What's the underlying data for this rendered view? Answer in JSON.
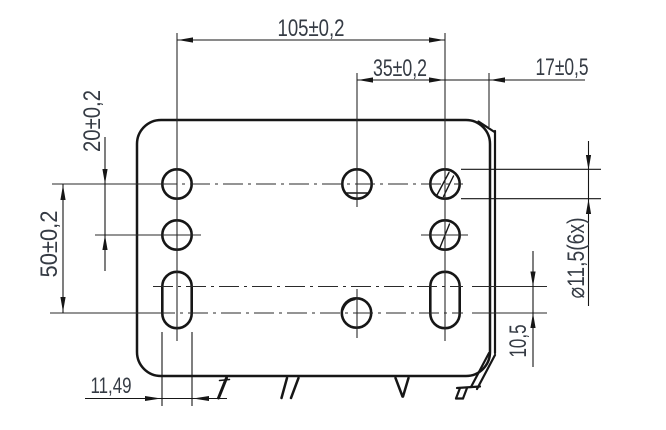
{
  "drawing": {
    "type": "technical-dimension-drawing",
    "background_color": "#ffffff",
    "line_color": "#161616",
    "text_color": "#353b44",
    "dimensions": {
      "width_total": "105±0,2",
      "width_mid_to_right": "35±0,2",
      "right_edge_offset": "17±0,5",
      "row_spacing_top": "20±0,2",
      "row_spacing_total": "50±0,2",
      "hole_diameter": "⌀11,5(6x)",
      "slot_center_offset": "10,5",
      "slot_width": "11,49"
    }
  }
}
